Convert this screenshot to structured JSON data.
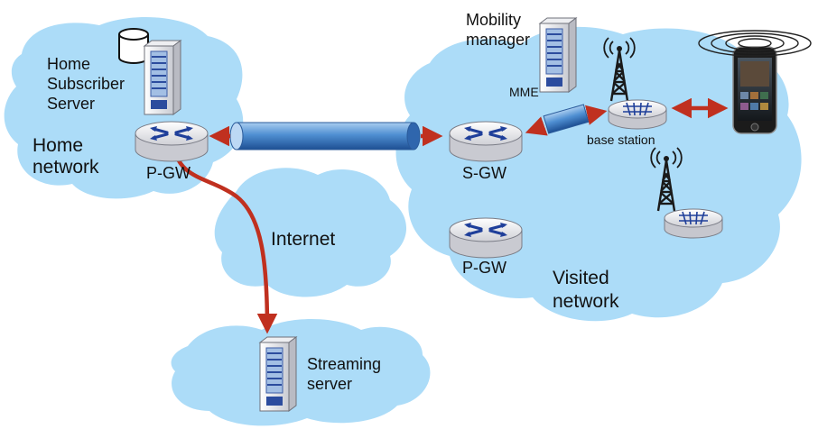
{
  "colors": {
    "cloud": "#acdcf8",
    "arrow": "#c0301f",
    "router_body": "#e9e9ec",
    "router_cross": "#1f3f9a",
    "tunnel": "#4a88cc",
    "server_accent": "#2c4c9e"
  },
  "icons": {
    "router": "router-icon",
    "server": "server-icon",
    "database": "database-icon",
    "tower": "antenna-tower-icon",
    "phone": "smartphone-icon"
  },
  "labels": {
    "home_subscriber_server": [
      "Home",
      "Subscriber",
      "Server"
    ],
    "home_network": [
      "Home",
      "network"
    ],
    "home_pgw": "P-GW",
    "mobility_manager": [
      "Mobility",
      "manager"
    ],
    "mme": "MME",
    "base_station": "base station",
    "sgw": "S-GW",
    "visited_pgw": "P-GW",
    "visited_network": [
      "Visited",
      "network"
    ],
    "internet": "Internet",
    "streaming_server": [
      "Streaming",
      "server"
    ]
  }
}
